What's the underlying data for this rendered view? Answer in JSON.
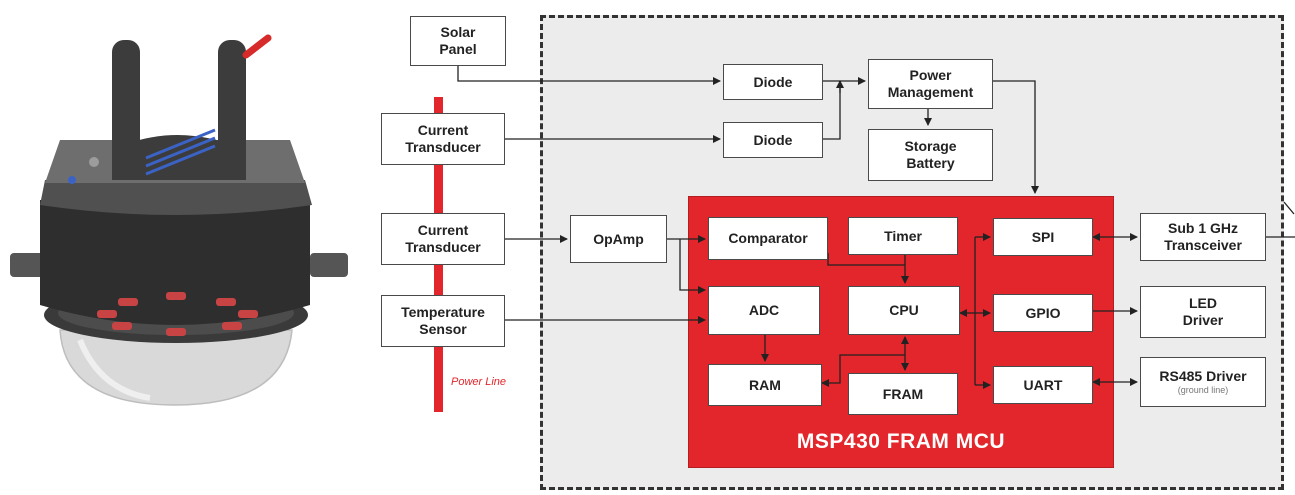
{
  "colors": {
    "accent_red": "#e3262b",
    "region_gray": "#ececec",
    "line": "#333333"
  },
  "labels": {
    "solar_panel": "Solar Panel",
    "current_transducer_1": "Current Transducer",
    "current_transducer_2": "Current Transducer",
    "temperature_sensor": "Temperature Sensor",
    "power_line": "Power Line",
    "diode_1": "Diode",
    "diode_2": "Diode",
    "power_management": "Power Management",
    "storage_battery": "Storage Battery",
    "opamp": "OpAmp",
    "comparator": "Comparator",
    "timer": "Timer",
    "spi": "SPI",
    "adc": "ADC",
    "cpu": "CPU",
    "gpio": "GPIO",
    "ram": "RAM",
    "fram": "FRAM",
    "uart": "UART",
    "mcu": "MSP430 FRAM MCU",
    "transceiver": "Sub 1 GHz Transceiver",
    "led_driver": "LED Driver",
    "rs485_driver": "RS485 Driver",
    "rs485_sub": "(ground line)"
  }
}
